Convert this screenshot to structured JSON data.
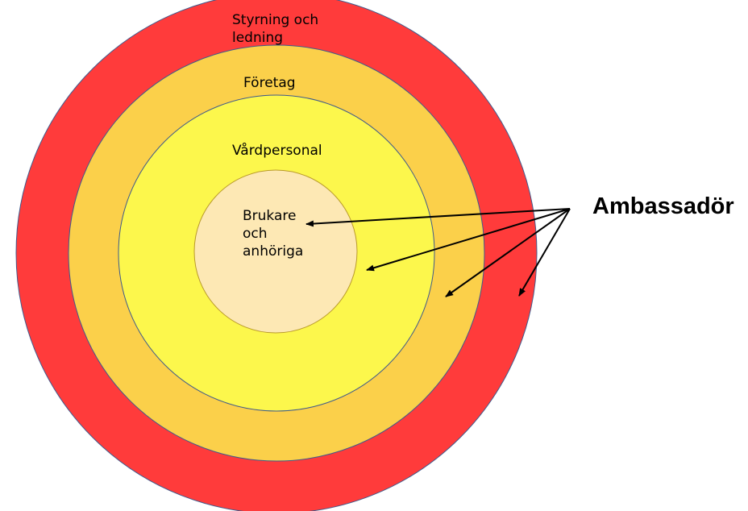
{
  "colors": {
    "outer_ring": "#ff3b3b",
    "company_ring": "#fbd04a",
    "care_ring": "#fcf74c",
    "center_circle": "#fde8b4",
    "ring_outline": "#3f5a8c",
    "arrow": "#000000"
  },
  "rings": {
    "outer": "Styrning och\nledning",
    "company": "Företag",
    "care_staff": "Vårdpersonal",
    "center": "Brukare\noch\nanhöriga"
  },
  "ambassador": {
    "label": "Ambassadör"
  }
}
